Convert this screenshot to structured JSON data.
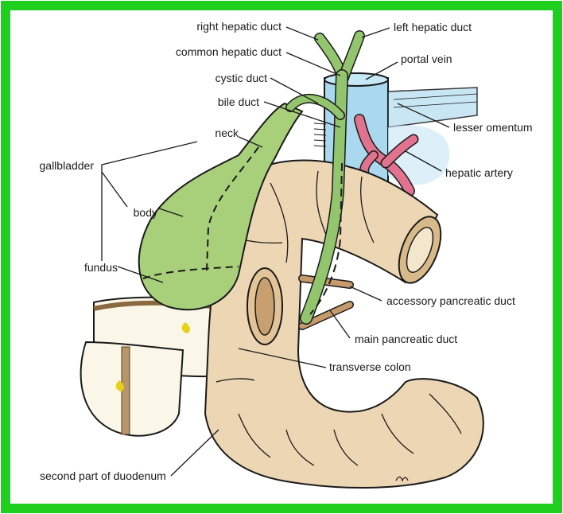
{
  "labels": {
    "right_hepatic_duct": "right hepatic duct",
    "left_hepatic_duct": "left hepatic duct",
    "common_hepatic_duct": "common hepatic duct",
    "portal_vein": "portal vein",
    "cystic_duct": "cystic duct",
    "bile_duct": "bile duct",
    "lesser_omentum": "lesser omentum",
    "neck": "neck",
    "gallbladder": "gallbladder",
    "hepatic_artery": "hepatic artery",
    "body": "body",
    "fundus": "fundus",
    "accessory_pancreatic_duct": "accessory pancreatic duct",
    "main_pancreatic_duct": "main pancreatic duct",
    "transverse_colon": "transverse colon",
    "second_part_of_duodenum": "second part of duodenum"
  },
  "colors": {
    "frame": "#1fcf1f",
    "gallbladder": "#a8cf7a",
    "ducts": "#93c46e",
    "duodenum": "#ecd6b4",
    "portal_vein": "#a9d8ef",
    "hepatic_artery": "#e0738d",
    "colon": "#fbf7e8",
    "outline": "#1a1a1a"
  }
}
